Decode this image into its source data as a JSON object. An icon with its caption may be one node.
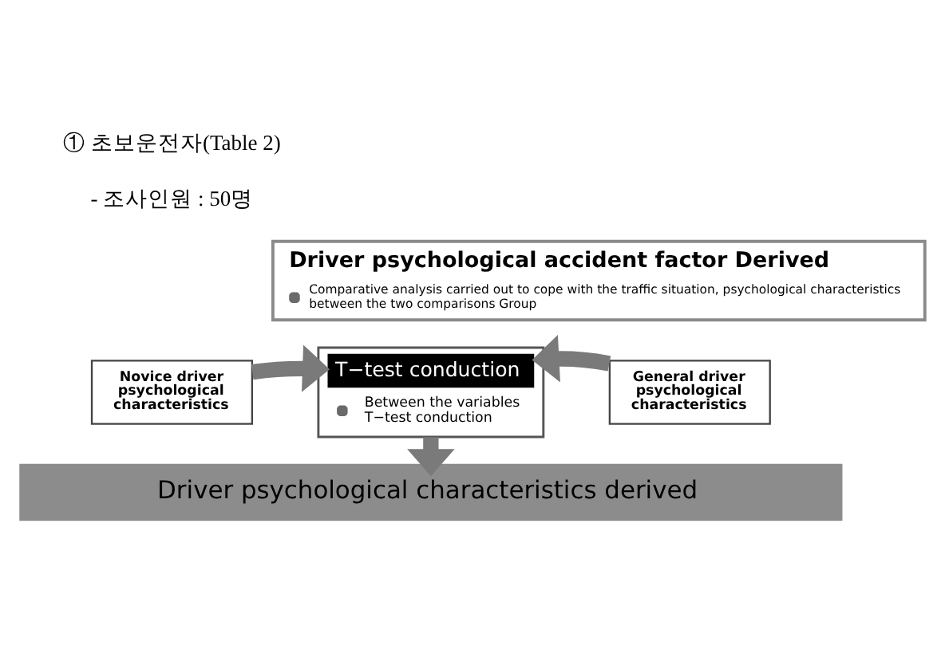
{
  "diagram": {
    "nodes": [
      {
        "text": [
          "Driver psychological accident factor Derived",
          "Comparative analysis carried out to cope with the traffic situation, psychological characteristics between the two comparisons Group"
        ]
      },
      {
        "text": [
          "Novice driver psychological characteristics"
        ]
      },
      {
        "text": [
          "T−test conduction",
          "Between the variables T−test conduction"
        ]
      },
      {
        "text": [
          "General driver psychological characteristics"
        ]
      },
      {
        "text": [
          "Driver psychological characteristics derived"
        ]
      }
    ],
    "edges": [
      {
        "from": 1,
        "to": 2,
        "arrow": "to"
      },
      {
        "from": 3,
        "to": 2,
        "arrow": "to"
      },
      {
        "from": 2,
        "to": 4,
        "arrow": "to"
      }
    ],
    "labels": [
      "① 초보운전자(Table 2)",
      "- 조사인원 : 50명"
    ]
  }
}
